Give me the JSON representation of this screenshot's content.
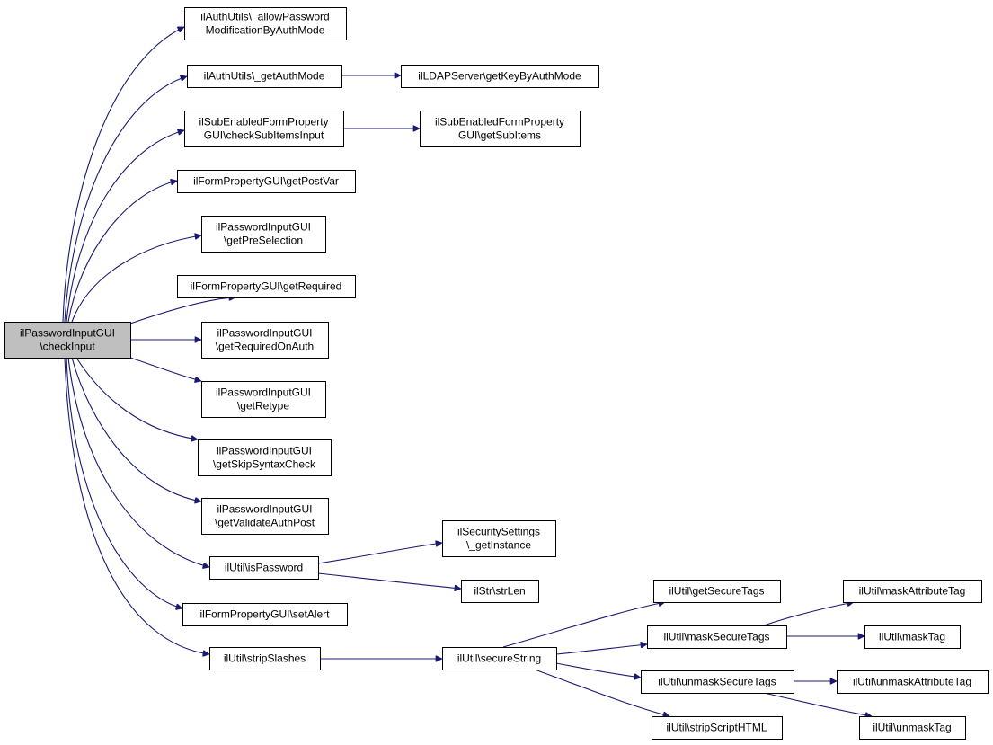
{
  "nodes": [
    {
      "id": "root",
      "lines": [
        "ilPasswordInputGUI",
        "\\checkInput"
      ],
      "root": true
    },
    {
      "id": "n1",
      "lines": [
        "ilAuthUtils\\_allowPassword",
        "ModificationByAuthMode"
      ]
    },
    {
      "id": "n2",
      "lines": [
        "ilAuthUtils\\_getAuthMode"
      ]
    },
    {
      "id": "n3",
      "lines": [
        "ilLDAPServer\\getKeyByAuthMode"
      ]
    },
    {
      "id": "n4",
      "lines": [
        "ilSubEnabledFormProperty",
        "GUI\\checkSubItemsInput"
      ]
    },
    {
      "id": "n5",
      "lines": [
        "ilSubEnabledFormProperty",
        "GUI\\getSubItems"
      ]
    },
    {
      "id": "n6",
      "lines": [
        "ilFormPropertyGUI\\getPostVar"
      ]
    },
    {
      "id": "n7",
      "lines": [
        "ilPasswordInputGUI",
        "\\getPreSelection"
      ]
    },
    {
      "id": "n8",
      "lines": [
        "ilFormPropertyGUI\\getRequired"
      ]
    },
    {
      "id": "n9",
      "lines": [
        "ilPasswordInputGUI",
        "\\getRequiredOnAuth"
      ]
    },
    {
      "id": "n10",
      "lines": [
        "ilPasswordInputGUI",
        "\\getRetype"
      ]
    },
    {
      "id": "n11",
      "lines": [
        "ilPasswordInputGUI",
        "\\getSkipSyntaxCheck"
      ]
    },
    {
      "id": "n12",
      "lines": [
        "ilPasswordInputGUI",
        "\\getValidateAuthPost"
      ]
    },
    {
      "id": "n13",
      "lines": [
        "ilUtil\\isPassword"
      ]
    },
    {
      "id": "n14",
      "lines": [
        "ilSecuritySettings",
        "\\_getInstance"
      ]
    },
    {
      "id": "n15",
      "lines": [
        "ilStr\\strLen"
      ]
    },
    {
      "id": "n16",
      "lines": [
        "ilFormPropertyGUI\\setAlert"
      ]
    },
    {
      "id": "n17",
      "lines": [
        "ilUtil\\stripSlashes"
      ]
    },
    {
      "id": "n18",
      "lines": [
        "ilUtil\\secureString"
      ]
    },
    {
      "id": "n19",
      "lines": [
        "ilUtil\\getSecureTags"
      ]
    },
    {
      "id": "n20",
      "lines": [
        "ilUtil\\maskSecureTags"
      ]
    },
    {
      "id": "n21",
      "lines": [
        "ilUtil\\maskAttributeTag"
      ]
    },
    {
      "id": "n22",
      "lines": [
        "ilUtil\\maskTag"
      ]
    },
    {
      "id": "n23",
      "lines": [
        "ilUtil\\unmaskSecureTags"
      ]
    },
    {
      "id": "n24",
      "lines": [
        "ilUtil\\unmaskAttributeTag"
      ]
    },
    {
      "id": "n25",
      "lines": [
        "ilUtil\\unmaskTag"
      ]
    },
    {
      "id": "n26",
      "lines": [
        "ilUtil\\stripScriptHTML"
      ]
    }
  ],
  "edges": [
    [
      "root",
      "n1"
    ],
    [
      "root",
      "n2"
    ],
    [
      "n2",
      "n3"
    ],
    [
      "root",
      "n4"
    ],
    [
      "n4",
      "n5"
    ],
    [
      "root",
      "n6"
    ],
    [
      "root",
      "n7"
    ],
    [
      "root",
      "n8"
    ],
    [
      "root",
      "n9"
    ],
    [
      "root",
      "n10"
    ],
    [
      "root",
      "n11"
    ],
    [
      "root",
      "n12"
    ],
    [
      "root",
      "n13"
    ],
    [
      "n13",
      "n14"
    ],
    [
      "n13",
      "n15"
    ],
    [
      "root",
      "n16"
    ],
    [
      "root",
      "n17"
    ],
    [
      "n17",
      "n18"
    ],
    [
      "n18",
      "n19"
    ],
    [
      "n18",
      "n20"
    ],
    [
      "n20",
      "n21"
    ],
    [
      "n20",
      "n22"
    ],
    [
      "n18",
      "n23"
    ],
    [
      "n23",
      "n24"
    ],
    [
      "n23",
      "n25"
    ],
    [
      "n18",
      "n26"
    ]
  ],
  "colors": {
    "edge": "#191970",
    "root_fill": "#bfbfbf",
    "node_fill": "#ffffff",
    "border": "#000000"
  }
}
